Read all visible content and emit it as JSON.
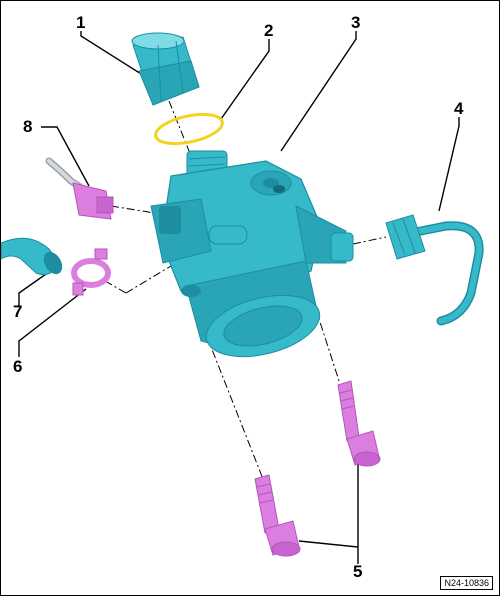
{
  "figure": {
    "colors": {
      "pump": "#36b9c8",
      "pump_dark": "#1c8ea0",
      "pump_light": "#7fdbe6",
      "fastener": "#dc7ee0",
      "fastener_dark": "#b455bb",
      "seal": "#f1d422",
      "line": "#000000"
    },
    "callouts": [
      {
        "id": "c1",
        "label": "1",
        "part": "cap-nut"
      },
      {
        "id": "c2",
        "label": "2",
        "part": "o-ring"
      },
      {
        "id": "c3",
        "label": "3",
        "part": "high-pressure-pump"
      },
      {
        "id": "c4",
        "label": "4",
        "part": "high-pressure-line"
      },
      {
        "id": "c5",
        "label": "5",
        "part": "bolt"
      },
      {
        "id": "c6",
        "label": "6",
        "part": "hose-clamp"
      },
      {
        "id": "c7",
        "label": "7",
        "part": "fuel-hose"
      },
      {
        "id": "c8",
        "label": "8",
        "part": "electrical-connector"
      }
    ],
    "reference_code": "N24-10836"
  }
}
